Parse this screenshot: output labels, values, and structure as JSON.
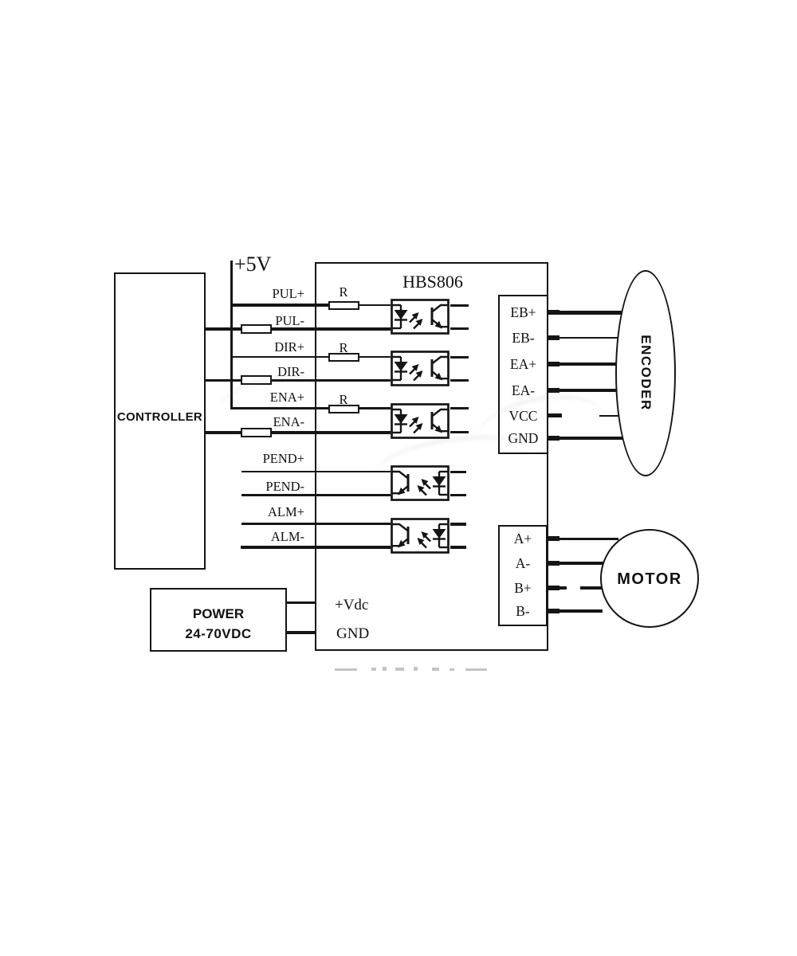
{
  "diagram": {
    "driver_title": "HBS806",
    "supply_label": "+5V",
    "resistor_label": "R",
    "controller": {
      "label": "CONTROLLER"
    },
    "power_supply": {
      "line1": "POWER",
      "line2": "24-70VDC"
    },
    "encoder": {
      "label": "ENCODER"
    },
    "motor": {
      "label": "MOTOR"
    },
    "control_signals": [
      "PUL+",
      "PUL-",
      "DIR+",
      "DIR-",
      "ENA+",
      "ENA-"
    ],
    "status_signals": [
      "PEND+",
      "PEND-",
      "ALM+",
      "ALM-"
    ],
    "encoder_pins": [
      "EB+",
      "EB-",
      "EA+",
      "EA-",
      "VCC",
      "GND"
    ],
    "motor_pins": [
      "A+",
      "A-",
      "B+",
      "B-"
    ],
    "power_pins": [
      "+Vdc",
      "GND"
    ],
    "colors": {
      "ink": "#151515",
      "background": "#ffffff"
    }
  }
}
